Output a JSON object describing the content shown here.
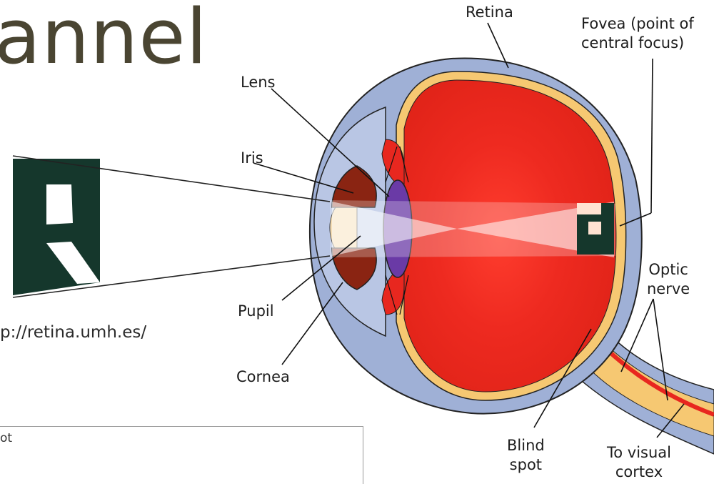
{
  "slide": {
    "title_fragment": "annel"
  },
  "source": {
    "url_fragment": "p://retina.umh.es/"
  },
  "stimulus": {
    "letter": "R"
  },
  "labels": {
    "retina": "Retina",
    "fovea_line1": "Fovea (point of",
    "fovea_line2": "central focus)",
    "lens": "Lens",
    "iris": "Iris",
    "pupil": "Pupil",
    "cornea": "Cornea",
    "optic_line1": "Optic",
    "optic_line2": "nerve",
    "blind_line1": "Blind",
    "blind_line2": "spot",
    "visual_line1": "To visual",
    "visual_line2": "cortex"
  },
  "bottom_graph": {
    "label_fragment": "ot"
  },
  "colors": {
    "title": "#4a4532",
    "vitreous": "#e8271f",
    "sclera": "#9fb0d6",
    "retina_layer": "#f6c872",
    "lens": "#6a3aa6",
    "iris": "#8a2412",
    "letter": "#15372c"
  }
}
